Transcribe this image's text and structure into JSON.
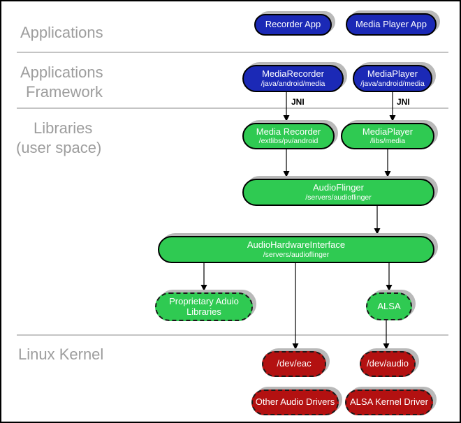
{
  "sections": {
    "applications": "Applications",
    "framework_line1": "Applications",
    "framework_line2": "Framework",
    "libraries_line1": "Libraries",
    "libraries_line2": "(user space)",
    "linux_kernel": "Linux Kernel"
  },
  "nodes": {
    "recorder_app": {
      "label": "Recorder App"
    },
    "media_player_app": {
      "label": "Media Player App"
    },
    "media_recorder_fw": {
      "label": "MediaRecorder",
      "sublabel": "/java/android/media"
    },
    "media_player_fw": {
      "label": "MediaPlayer",
      "sublabel": "/java/android/media"
    },
    "media_recorder_lib": {
      "label": "Media Recorder",
      "sublabel": "/extlibs/pv/android"
    },
    "media_player_lib": {
      "label": "MediaPlayer",
      "sublabel": "/libs/media"
    },
    "audio_flinger": {
      "label": "AudioFlinger",
      "sublabel": "/servers/audioflinger"
    },
    "audio_hardware_interface": {
      "label": "AudioHardwareInterface",
      "sublabel": "/servers/audioflinger"
    },
    "proprietary_audio_libraries": {
      "label": "Proprietary Aduio",
      "label2": "Libraries"
    },
    "alsa": {
      "label": "ALSA"
    },
    "dev_eac": {
      "label": "/dev/eac"
    },
    "dev_audio": {
      "label": "/dev/audio"
    },
    "other_audio_drivers": {
      "label": "Other Audio Drivers"
    },
    "alsa_kernel_driver": {
      "label": "ALSA Kernel Driver"
    }
  },
  "edge_labels": {
    "jni_left": "JNI",
    "jni_right": "JNI"
  },
  "colors": {
    "app_blue": "#1b29b6",
    "lib_green": "#2fca52",
    "kernel_red": "#b31111",
    "label_gray": "#9d9d9d",
    "shadow_gray": "#b9b9b9",
    "line_gray": "#8a8a8a"
  }
}
